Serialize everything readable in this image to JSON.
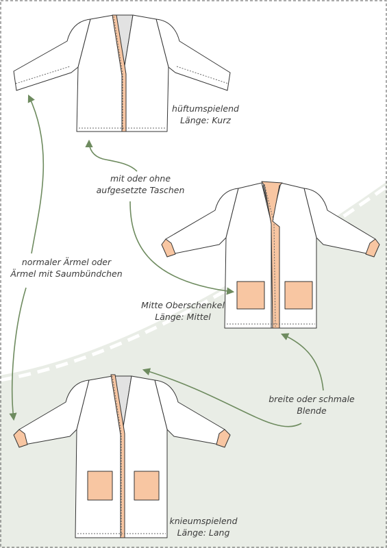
{
  "colors": {
    "accent_orange": "#f8c6a2",
    "arrow_green": "#6e8b5f",
    "background_green": "#e9ede6",
    "garment_fill": "#ffffff",
    "outline": "#333333",
    "lining": "#e2e2e2"
  },
  "jackets": [
    {
      "id": "short",
      "length_line1": "hüftumspielend",
      "length_line2": "Länge: Kurz",
      "has_pockets": false,
      "has_cuffs": false,
      "band": "narrow"
    },
    {
      "id": "medium",
      "length_line1": "Mitte Oberschenkel",
      "length_line2": "Länge: Mittel",
      "has_pockets": true,
      "has_cuffs": true,
      "band": "wide"
    },
    {
      "id": "long",
      "length_line1": "knieumspielend",
      "length_line2": "Länge: Lang",
      "has_pockets": true,
      "has_cuffs": true,
      "band": "narrow"
    }
  ],
  "annotations": {
    "pockets_line1": "mit oder ohne",
    "pockets_line2": "aufgesetzte Taschen",
    "sleeves_line1": "normaler Ärmel oder",
    "sleeves_line2": "Ärmel mit Saumbündchen",
    "band_line1": "breite oder schmale",
    "band_line2": "Blende"
  }
}
